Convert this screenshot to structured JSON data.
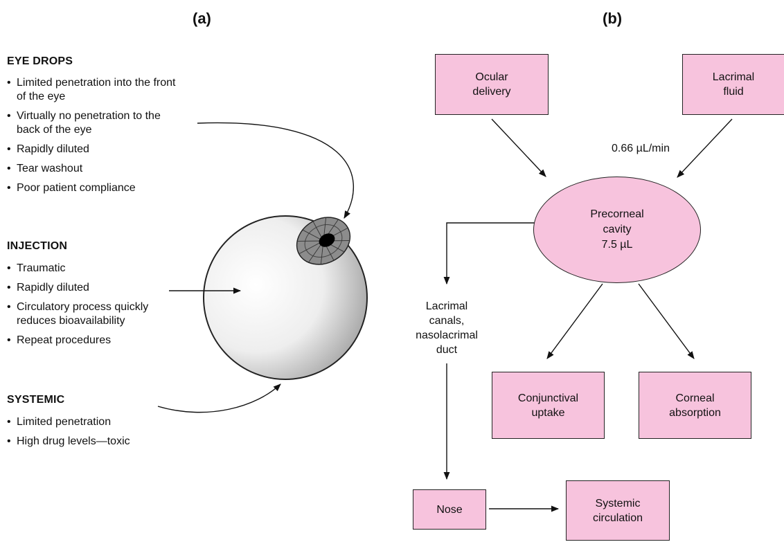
{
  "panels": {
    "a": "(a)",
    "b": "(b)"
  },
  "eye_drops": {
    "title": "EYE DROPS",
    "items": [
      "Limited penetration into the front of the eye",
      "Virtually no penetration to the back of the eye",
      "Rapidly diluted",
      "Tear washout",
      "Poor patient compliance"
    ]
  },
  "injection": {
    "title": "INJECTION",
    "items": [
      "Traumatic",
      "Rapidly diluted",
      "Circulatory process quickly reduces bioavailability",
      "Repeat procedures"
    ]
  },
  "systemic": {
    "title": "SYSTEMIC",
    "items": [
      "Limited penetration",
      "High drug levels—toxic"
    ]
  },
  "diagram": {
    "ocular_delivery": "Ocular\ndelivery",
    "lacrimal_fluid": "Lacrimal\nfluid",
    "flow_rate": "0.66 µL/min",
    "precorneal": "Precorneal\ncavity\n7.5 µL",
    "lacrimal_canals": "Lacrimal\ncanals,\nnasolacrimal\nduct",
    "conjunctival": "Conjunctival\nuptake",
    "corneal": "Corneal\nabsorption",
    "nose": "Nose",
    "systemic_circulation": "Systemic\ncirculation"
  },
  "colors": {
    "box_fill": "#f7c3dd",
    "stroke": "#222222"
  }
}
